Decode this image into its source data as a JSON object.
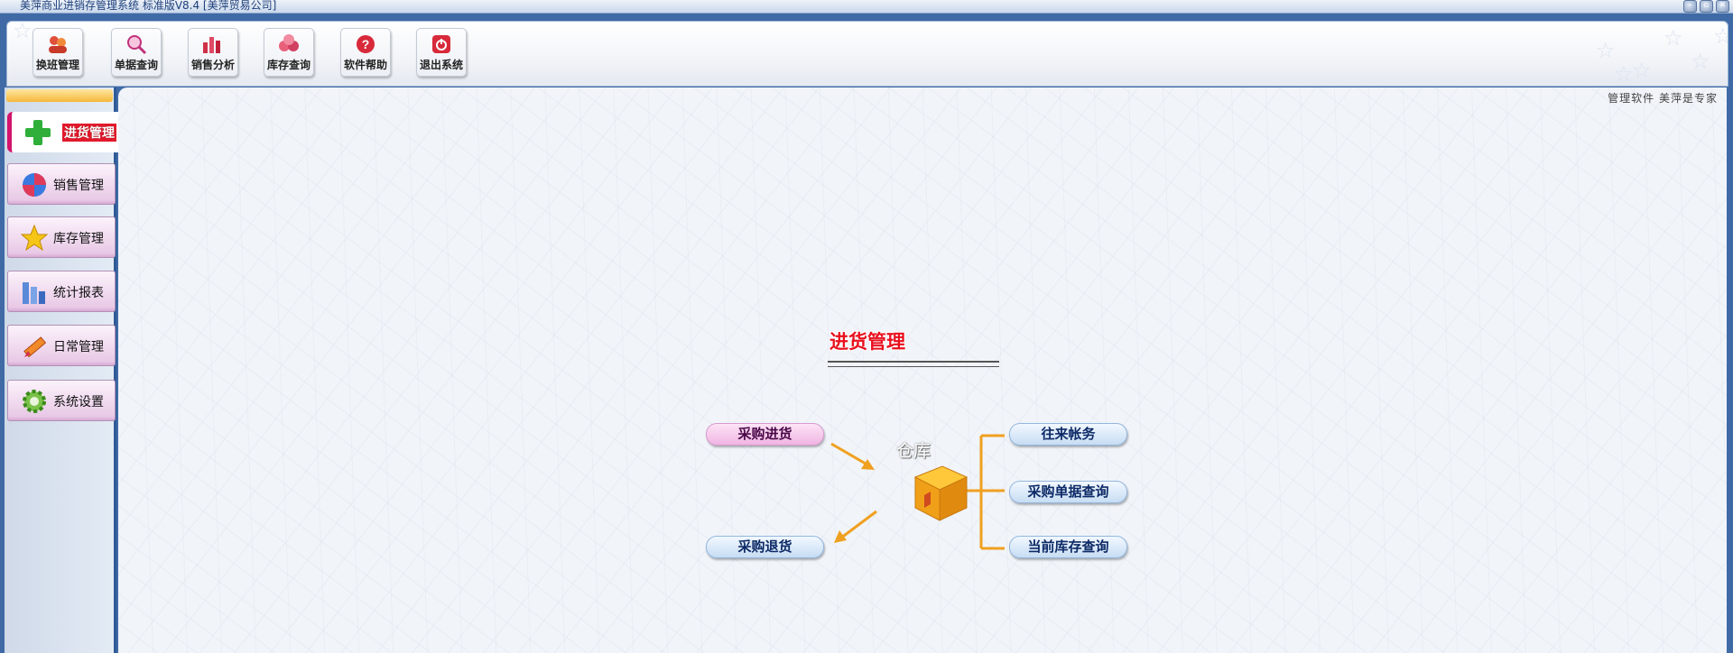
{
  "window": {
    "title": "美萍商业进销存管理系统 标准版V8.4 [美萍贸易公司]",
    "controls": [
      "minimize",
      "restore",
      "close"
    ]
  },
  "toolbar": {
    "buttons": [
      {
        "label": "换班管理",
        "icon": "shift-change-icon"
      },
      {
        "label": "单据查询",
        "icon": "magnifier-icon"
      },
      {
        "label": "销售分析",
        "icon": "bar-chart-icon"
      },
      {
        "label": "库存查询",
        "icon": "stock-icon"
      },
      {
        "label": "软件帮助",
        "icon": "help-icon"
      },
      {
        "label": "退出系统",
        "icon": "power-icon"
      }
    ]
  },
  "sidebar": {
    "items": [
      {
        "label": "进货管理",
        "icon": "plus-icon",
        "active": true
      },
      {
        "label": "销售管理",
        "icon": "globe-icon",
        "active": false
      },
      {
        "label": "库存管理",
        "icon": "star-icon",
        "active": false
      },
      {
        "label": "统计报表",
        "icon": "bar-chart-icon",
        "active": false
      },
      {
        "label": "日常管理",
        "icon": "pencil-icon",
        "active": false
      },
      {
        "label": "系统设置",
        "icon": "gear-icon",
        "active": false
      }
    ]
  },
  "main": {
    "slogan": "管理软件 美萍是专家",
    "heading": "进货管理",
    "center_label": "仓库",
    "links": {
      "purchase_in": "采购进货",
      "purchase_return": "采购退货",
      "accounts": "往来帐务",
      "purchase_query": "采购单据查询",
      "stock_query": "当前库存查询"
    }
  },
  "colors": {
    "frame": "#3f6aa6",
    "heading": "#e8101e",
    "connector": "#f0a020",
    "active_marker": "#d4146a"
  }
}
